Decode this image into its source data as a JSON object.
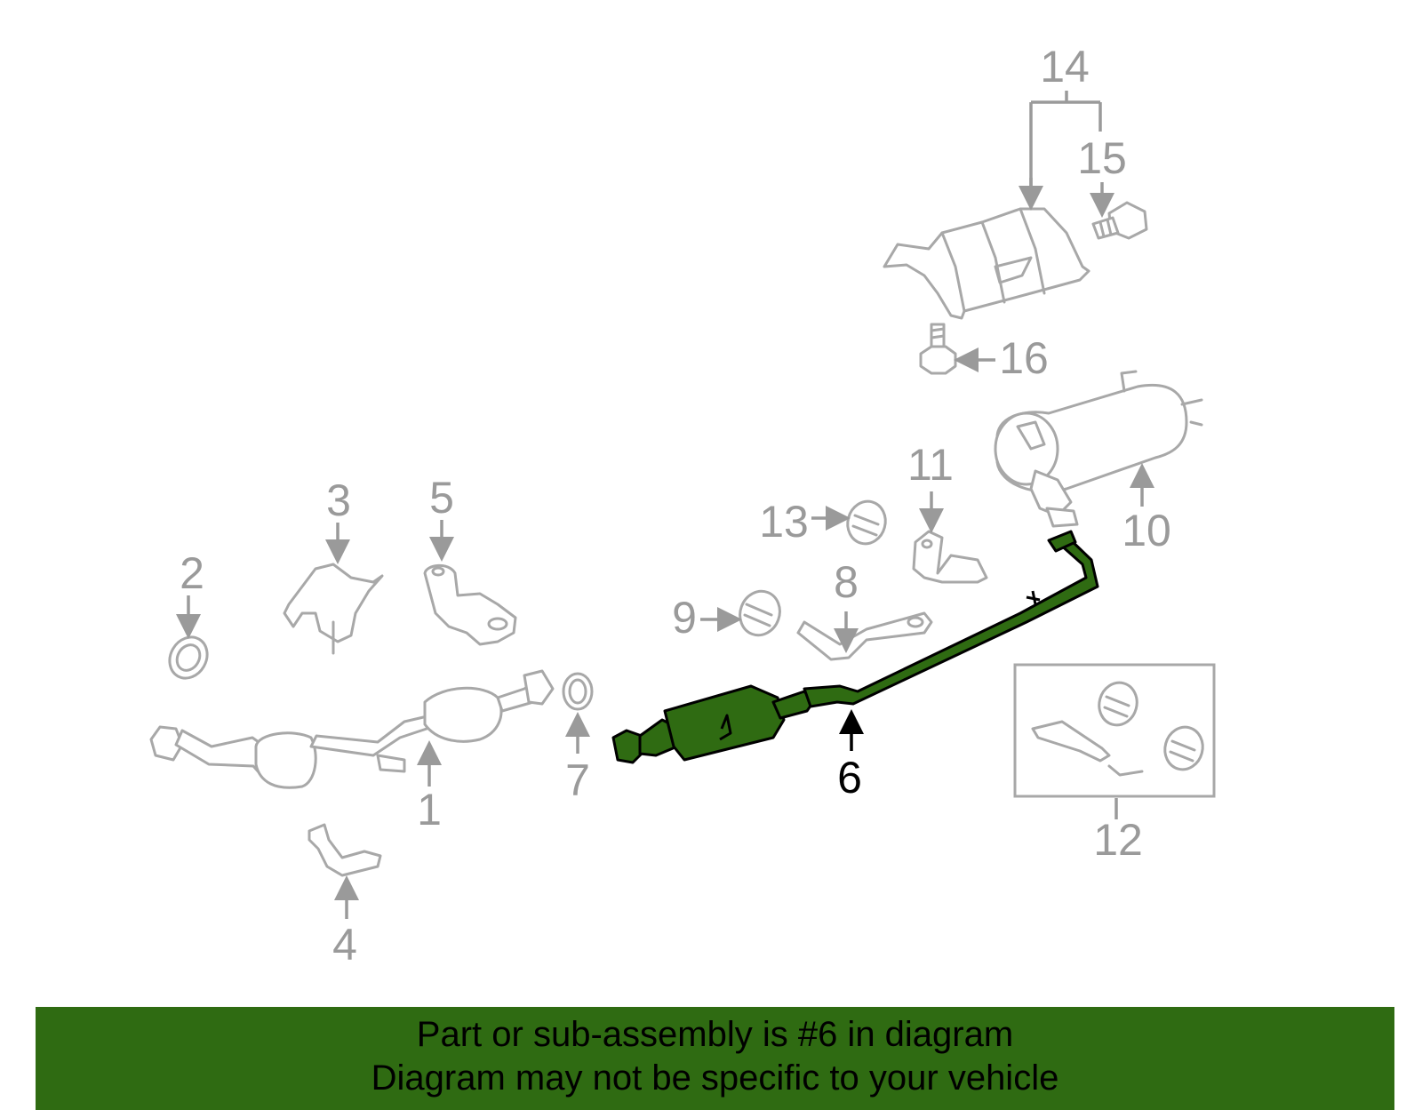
{
  "callouts": {
    "c1": "1",
    "c2": "2",
    "c3": "3",
    "c4": "4",
    "c5": "5",
    "c6": "6",
    "c7": "7",
    "c8": "8",
    "c9": "9",
    "c10": "10",
    "c11": "11",
    "c12": "12",
    "c13": "13",
    "c14": "14",
    "c15": "15",
    "c16": "16"
  },
  "highlighted_part": "6",
  "colors": {
    "highlight": "#2f6b12",
    "callout_gray": "#9a9a9a",
    "part_outline": "#a8a8a8"
  },
  "banner": {
    "line1": "Part or sub-assembly is #6 in diagram",
    "line2": "Diagram may not be specific to your vehicle"
  }
}
